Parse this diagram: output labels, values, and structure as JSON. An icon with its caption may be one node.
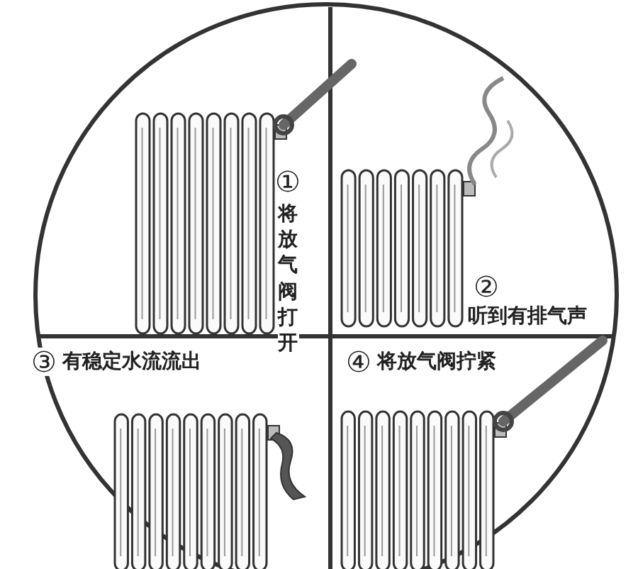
{
  "diagram": {
    "labels": [
      "①",
      "将放气阀打开",
      "②",
      "听到有排气声",
      "③",
      "有稳定水流流出",
      "④",
      "将放气阀拧紧"
    ]
  }
}
